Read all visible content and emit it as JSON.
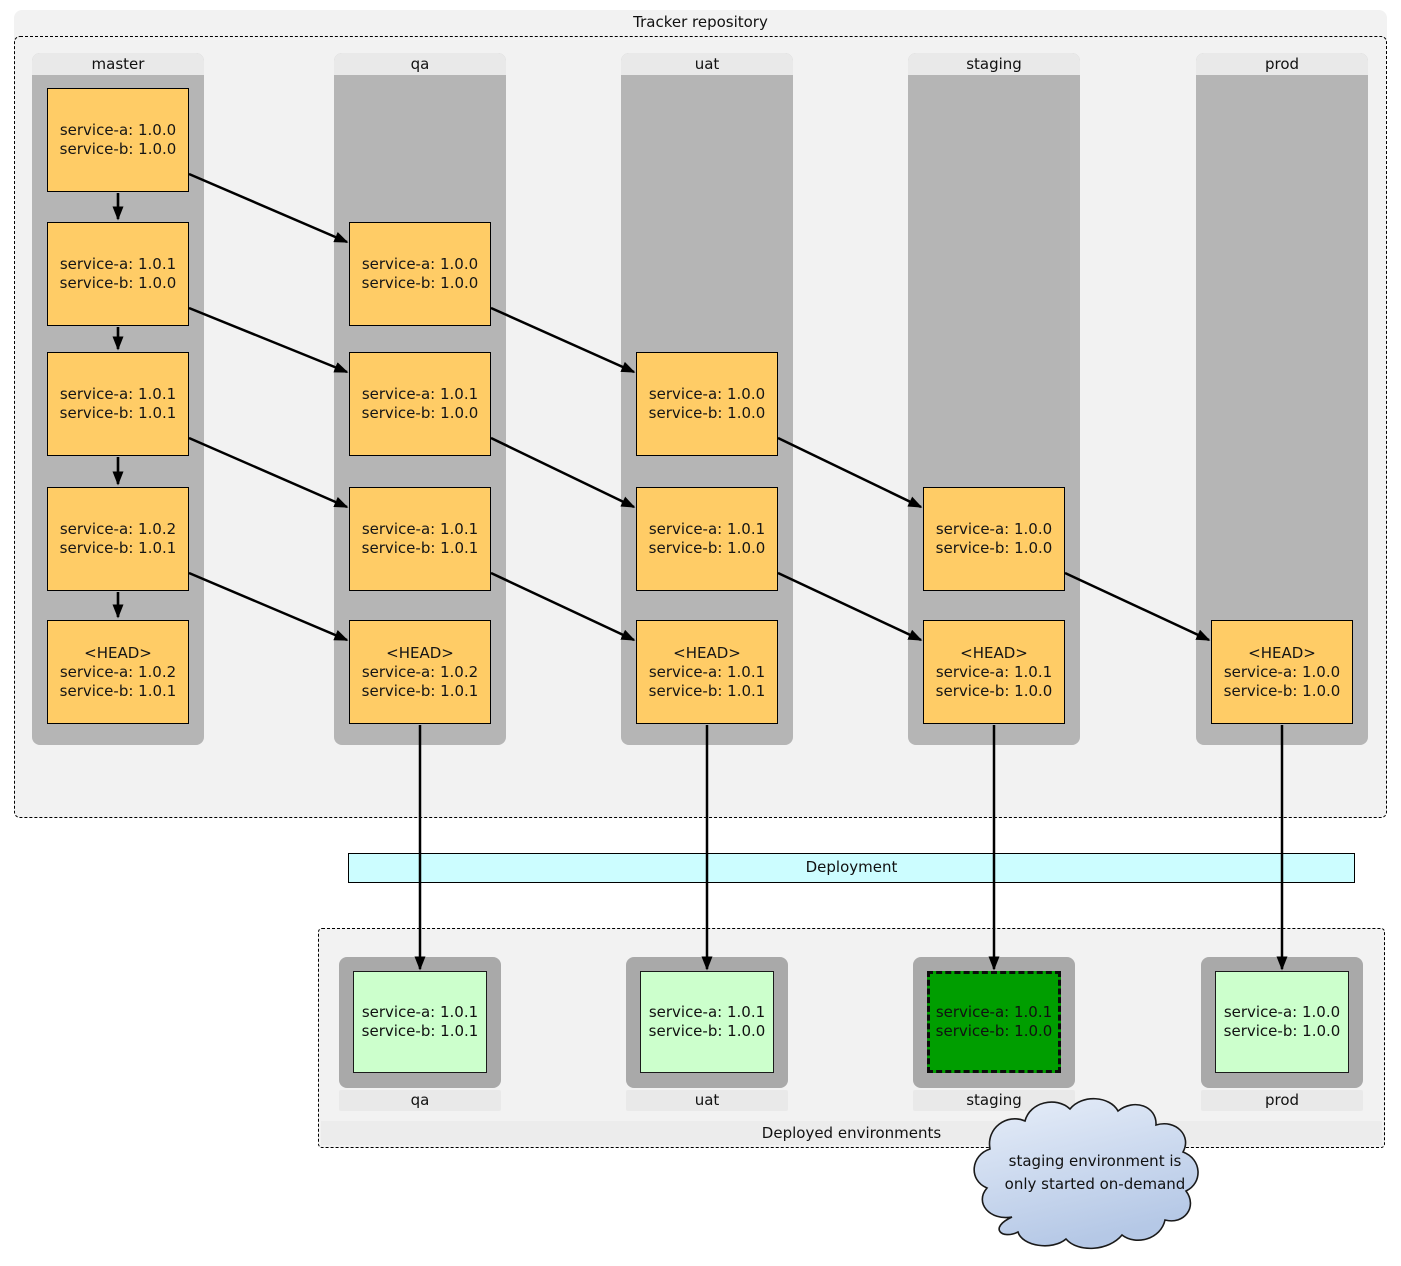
{
  "tracker": {
    "title": "Tracker repository",
    "head_label": "<HEAD>",
    "columns": [
      {
        "name": "master",
        "boxes": [
          {
            "row": 0,
            "head": false,
            "lines": [
              "service-a: 1.0.0",
              "service-b: 1.0.0"
            ]
          },
          {
            "row": 1,
            "head": false,
            "lines": [
              "service-a: 1.0.1",
              "service-b: 1.0.0"
            ]
          },
          {
            "row": 2,
            "head": false,
            "lines": [
              "service-a: 1.0.1",
              "service-b: 1.0.1"
            ]
          },
          {
            "row": 3,
            "head": false,
            "lines": [
              "service-a: 1.0.2",
              "service-b: 1.0.1"
            ]
          },
          {
            "row": 4,
            "head": true,
            "lines": [
              "service-a: 1.0.2",
              "service-b: 1.0.1"
            ]
          }
        ]
      },
      {
        "name": "qa",
        "boxes": [
          {
            "row": 1,
            "head": false,
            "lines": [
              "service-a: 1.0.0",
              "service-b: 1.0.0"
            ]
          },
          {
            "row": 2,
            "head": false,
            "lines": [
              "service-a: 1.0.1",
              "service-b: 1.0.0"
            ]
          },
          {
            "row": 3,
            "head": false,
            "lines": [
              "service-a: 1.0.1",
              "service-b: 1.0.1"
            ]
          },
          {
            "row": 4,
            "head": true,
            "lines": [
              "service-a: 1.0.2",
              "service-b: 1.0.1"
            ]
          }
        ]
      },
      {
        "name": "uat",
        "boxes": [
          {
            "row": 2,
            "head": false,
            "lines": [
              "service-a: 1.0.0",
              "service-b: 1.0.0"
            ]
          },
          {
            "row": 3,
            "head": false,
            "lines": [
              "service-a: 1.0.1",
              "service-b: 1.0.0"
            ]
          },
          {
            "row": 4,
            "head": true,
            "lines": [
              "service-a: 1.0.1",
              "service-b: 1.0.1"
            ]
          }
        ]
      },
      {
        "name": "staging",
        "boxes": [
          {
            "row": 3,
            "head": false,
            "lines": [
              "service-a: 1.0.0",
              "service-b: 1.0.0"
            ]
          },
          {
            "row": 4,
            "head": true,
            "lines": [
              "service-a: 1.0.1",
              "service-b: 1.0.0"
            ]
          }
        ]
      },
      {
        "name": "prod",
        "boxes": [
          {
            "row": 4,
            "head": true,
            "lines": [
              "service-a: 1.0.0",
              "service-b: 1.0.0"
            ]
          }
        ]
      }
    ]
  },
  "deployment": {
    "label": "Deployment"
  },
  "environments": {
    "title": "Deployed environments",
    "items": [
      {
        "name": "qa",
        "active": false,
        "lines": [
          "service-a: 1.0.1",
          "service-b: 1.0.1"
        ]
      },
      {
        "name": "uat",
        "active": false,
        "lines": [
          "service-a: 1.0.1",
          "service-b: 1.0.0"
        ]
      },
      {
        "name": "staging",
        "active": true,
        "lines": [
          "service-a: 1.0.1",
          "service-b: 1.0.0"
        ]
      },
      {
        "name": "prod",
        "active": false,
        "lines": [
          "service-a: 1.0.0",
          "service-b: 1.0.0"
        ]
      }
    ]
  },
  "annotation": {
    "line1": "staging environment is",
    "line2": "only started on-demand"
  },
  "colors": {
    "commit_box": "#FFCC66",
    "column_gray": "#B5B5B5",
    "header_strip": "#E9E9E9",
    "panel_bg": "#F2F2F2",
    "deployment_band": "#CCFDFF",
    "env_frame_gray": "#A9A9A9",
    "env_green_light": "#CCFFCC",
    "env_green_active": "#009E00",
    "cloud_top": "#E7EEF9",
    "cloud_bottom": "#B5C8E6"
  }
}
